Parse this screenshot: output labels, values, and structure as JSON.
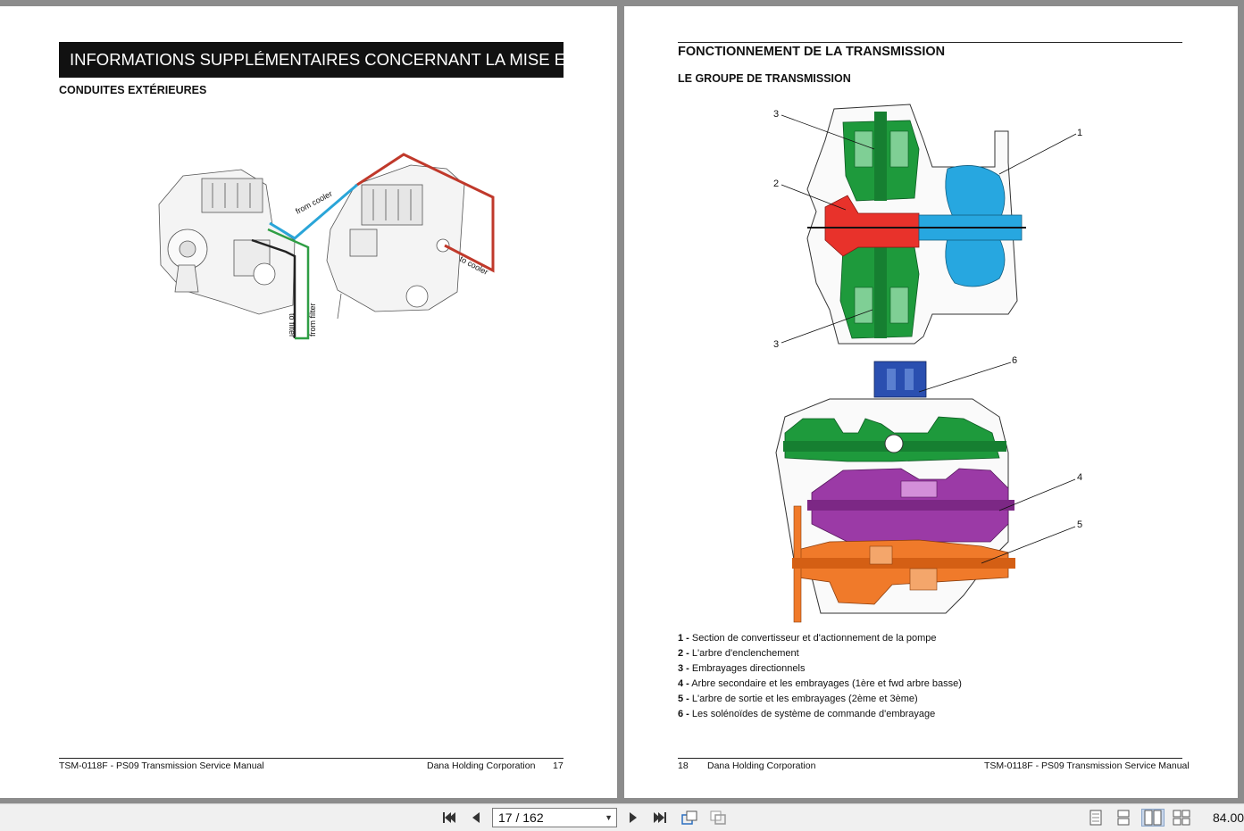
{
  "left_page": {
    "title": "INFORMATIONS SUPPLÉMENTAIRES CONCERNANT LA MISE EN",
    "subtitle": "CONDUITES EXTÉRIEURES",
    "diagram_labels": {
      "from_cooler": "from cooler",
      "to_cooler": "to cooler",
      "to_filter": "to filter",
      "from_filter": "from filter"
    },
    "footer_left": "TSM-0118F - PS09 Transmission Service Manual",
    "footer_company": "Dana Holding Corporation",
    "page_number": "17"
  },
  "right_page": {
    "title": "FONCTIONNEMENT DE LA TRANSMISSION",
    "subtitle": "LE GROUPE DE TRANSMISSION",
    "callouts": [
      "1",
      "2",
      "3",
      "3",
      "4",
      "5",
      "6"
    ],
    "legend": [
      {
        "num": "1 -",
        "text": "Section de convertisseur et d'actionnement de la pompe"
      },
      {
        "num": "2 -",
        "text": "L'arbre d'enclenchement"
      },
      {
        "num": "3 -",
        "text": "Embrayages directionnels"
      },
      {
        "num": "4 -",
        "text": "Arbre secondaire et les embrayages (1ère et fwd arbre basse)"
      },
      {
        "num": "5 -",
        "text": "L'arbre de sortie et les embrayages (2ème et 3ème)"
      },
      {
        "num": "6 -",
        "text": "Les solénoïdes de système de commande d'embrayage"
      }
    ],
    "page_number": "18",
    "footer_company": "Dana Holding Corporation",
    "footer_right": "TSM-0118F - PS09 Transmission Service Manual"
  },
  "toolbar": {
    "page_indicator": "17 / 162",
    "zoom": "84.00"
  },
  "colors": {
    "green": "#1e9a3c",
    "red": "#e8322b",
    "blue": "#27a7e0",
    "navy": "#2a4fb0",
    "purple": "#9b3aa6",
    "orange": "#f07a2a",
    "line_blue": "#2aa5d8",
    "line_red": "#c0392b",
    "line_green": "#2f9e44"
  },
  "icons": {
    "first_page": "first-page-icon",
    "prev_page": "prev-page-icon",
    "next_page": "next-page-icon",
    "last_page": "last-page-icon"
  }
}
